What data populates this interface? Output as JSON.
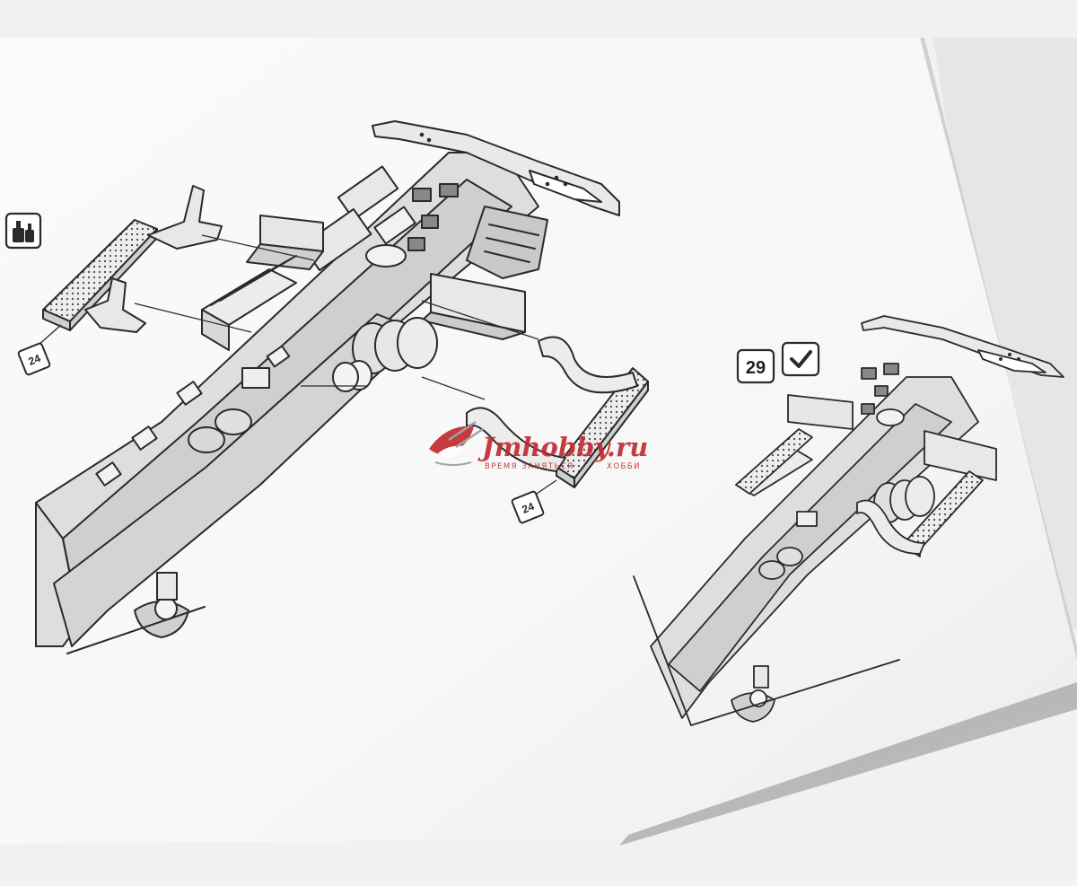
{
  "instruction_sheet": {
    "glue_icon": "glue-bottle-icon",
    "part_labels": [
      "24",
      "24"
    ],
    "step": {
      "number": "29",
      "status_icon": "checkmark-icon"
    }
  },
  "watermark": {
    "brand": "Jmhobby.ru",
    "tagline_left": "ВРЕМЯ ЗАНЯТЬСЯ",
    "tagline_right": "ХОББИ"
  },
  "colors": {
    "background": "#f4f4f4",
    "paper": "#ffffff",
    "line": "#2a2a2a",
    "part_fill": "#d9d9d9",
    "watermark": "#c0272d"
  }
}
